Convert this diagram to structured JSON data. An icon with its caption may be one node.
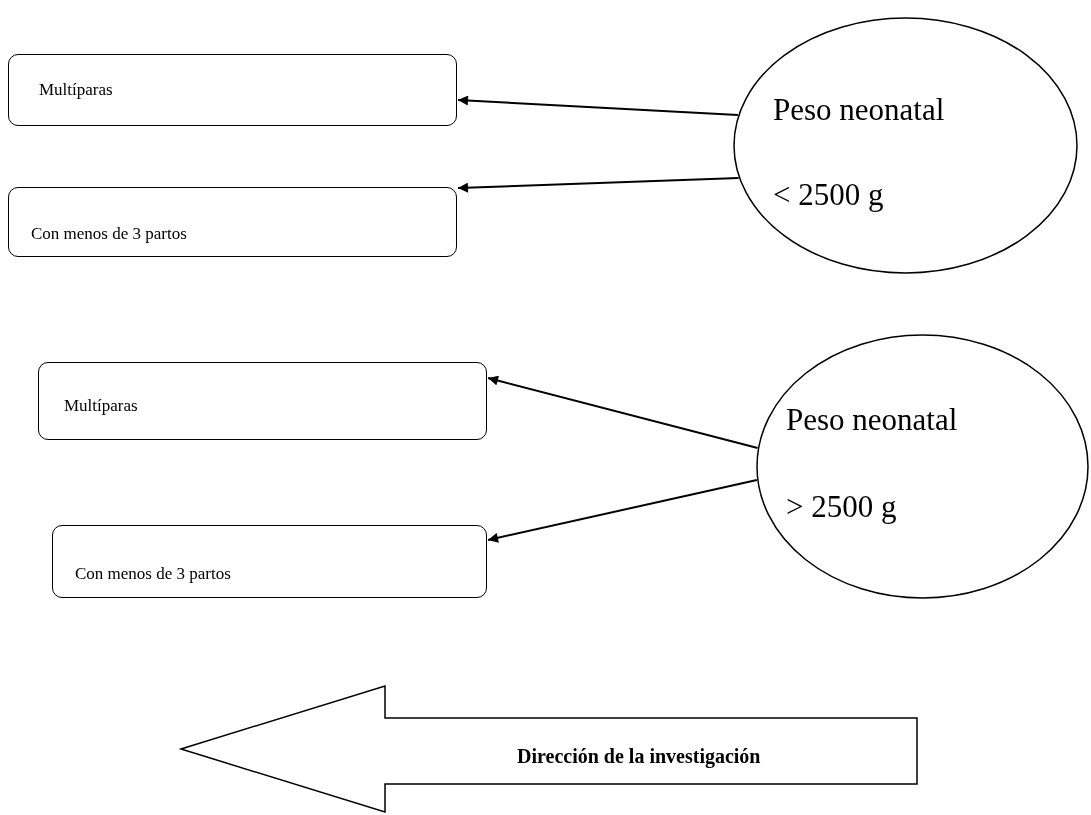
{
  "diagram": {
    "nodes": [
      {
        "text": [
          "Multíparas"
        ]
      },
      {
        "text": [
          "Con menos  de 3 partos"
        ]
      },
      {
        "text": [
          "Peso neonatal",
          "< 2500 g"
        ]
      },
      {
        "text": [
          "Multíparas"
        ]
      },
      {
        "text": [
          "Con menos  de 3 partos"
        ]
      },
      {
        "text": [
          "Peso neonatal",
          "> 2500 g"
        ]
      },
      {
        "text": [
          "Dirección de la investigación"
        ]
      }
    ],
    "edges": [
      {
        "from": 2,
        "to": 0,
        "arrow": "to"
      },
      {
        "from": 2,
        "to": 1,
        "arrow": "to"
      },
      {
        "from": 5,
        "to": 3,
        "arrow": "to"
      },
      {
        "from": 5,
        "to": 4,
        "arrow": "to"
      }
    ]
  }
}
